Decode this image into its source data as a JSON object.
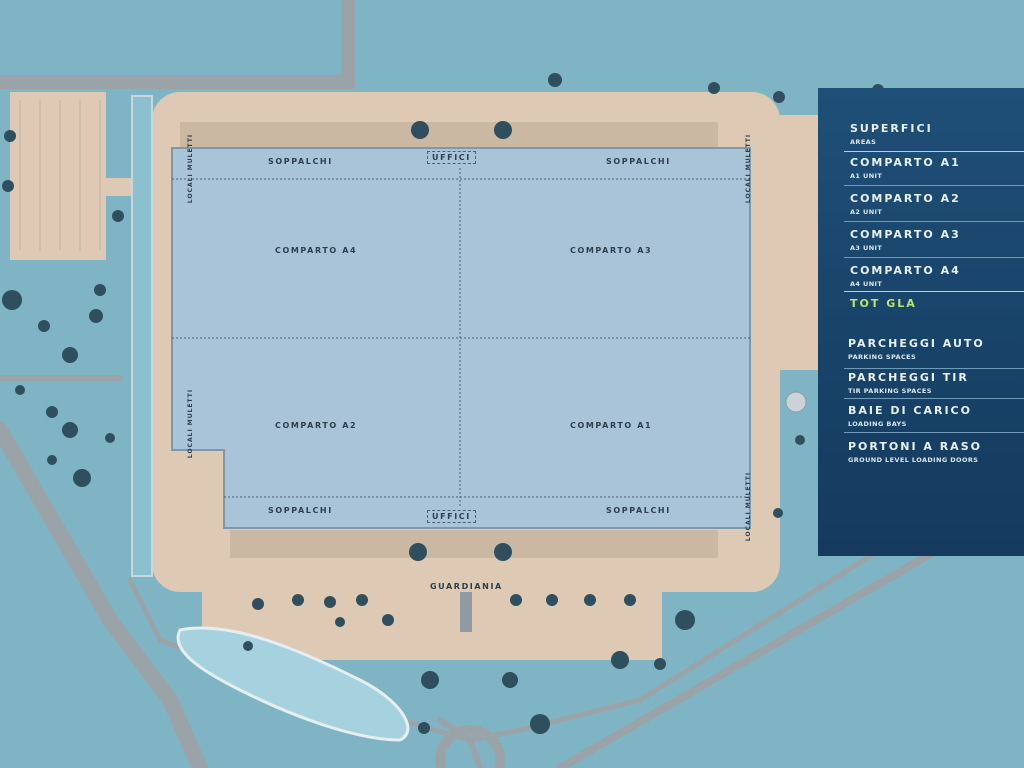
{
  "map_labels": {
    "soppalchi_top_left": "SOPPALCHI",
    "soppalchi_top_right": "SOPPALCHI",
    "soppalchi_bottom_left": "SOPPALCHI",
    "soppalchi_bottom_right": "SOPPALCHI",
    "uffici_top": "UFFICI",
    "uffici_bottom": "UFFICI",
    "comparto_a1": "COMPARTO A1",
    "comparto_a2": "COMPARTO A2",
    "comparto_a3": "COMPARTO A3",
    "comparto_a4": "COMPARTO A4",
    "locali_muletti": "LOCALI MULETTI",
    "guardiania": "GUARDIANIA"
  },
  "legend": {
    "items": [
      {
        "title": "SUPERFICI",
        "subtitle": "AREAS"
      },
      {
        "title": "COMPARTO A1",
        "subtitle": "A1 UNIT"
      },
      {
        "title": "COMPARTO A2",
        "subtitle": "A2 UNIT"
      },
      {
        "title": "COMPARTO A3",
        "subtitle": "A3 UNIT"
      },
      {
        "title": "COMPARTO A4",
        "subtitle": "A4 UNIT"
      },
      {
        "title": "TOT GLA",
        "subtitle": ""
      },
      {
        "title": "PARCHEGGI AUTO",
        "subtitle": "PARKING SPACES"
      },
      {
        "title": "PARCHEGGI TIR",
        "subtitle": "TIR PARKING SPACES"
      },
      {
        "title": "BAIE DI CARICO",
        "subtitle": "LOADING BAYS"
      },
      {
        "title": "PORTONI A RASO",
        "subtitle": "GROUND LEVEL LOADING DOORS"
      }
    ]
  },
  "colors": {
    "water": "#7fb4c4",
    "site": "#ddc9b4",
    "building": "#a9c4d9",
    "panel": "#1d4b72",
    "accent_line": "#b6e36a"
  }
}
